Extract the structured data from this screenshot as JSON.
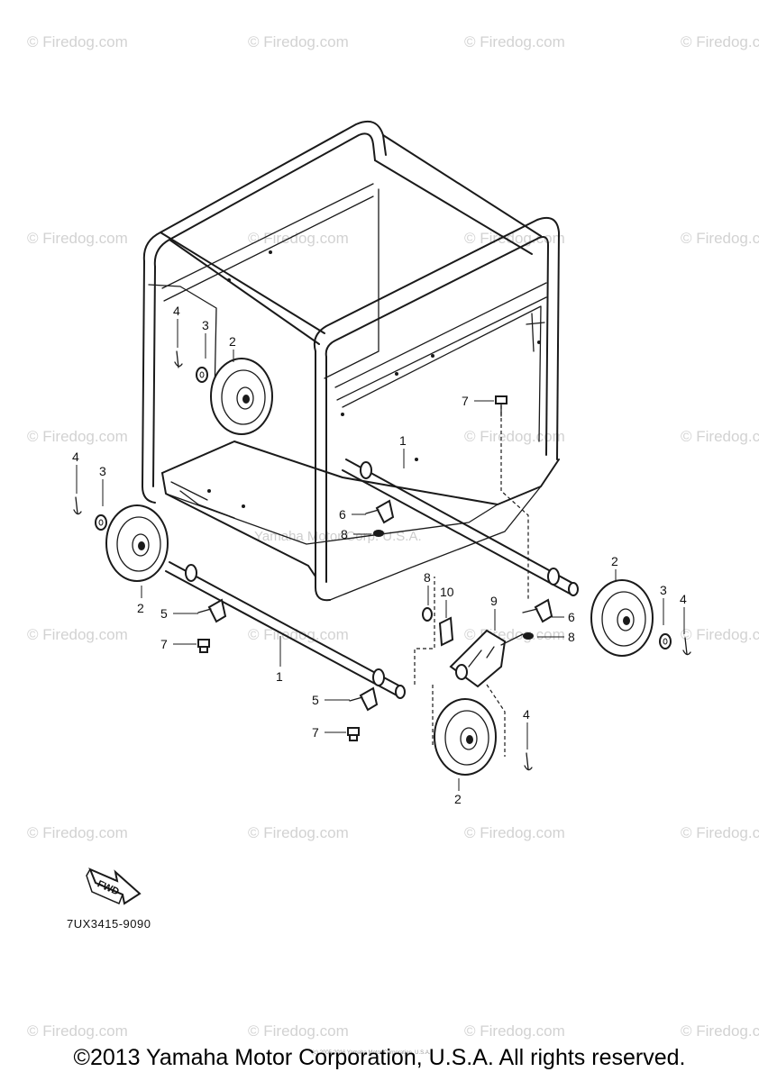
{
  "callouts": {
    "c1a": "1",
    "c1b": "1",
    "c2a": "2",
    "c2b": "2",
    "c2c": "2",
    "c2d": "2",
    "c3a": "3",
    "c3b": "3",
    "c3c": "3",
    "c4a": "4",
    "c4b": "4",
    "c4c": "4",
    "c4d": "4",
    "c5a": "5",
    "c5b": "5",
    "c6a": "6",
    "c6b": "6",
    "c7a": "7",
    "c7b": "7",
    "c7c": "7",
    "c8a": "8",
    "c8b": "8",
    "c8c": "8",
    "c9": "9",
    "c10": "10"
  },
  "fwd_label": "FWD",
  "reference_code": "7UX3415-9090",
  "watermark": "© Firedog.com",
  "center_watermark": "Yamaha Motor Corp. U.S.A.",
  "tiny_notice": "(c) 2005-2016 Yamaha Motor Corporation, U.S.A.",
  "copyright": "©2013 Yamaha Motor Corporation, U.S.A. All rights reserved."
}
